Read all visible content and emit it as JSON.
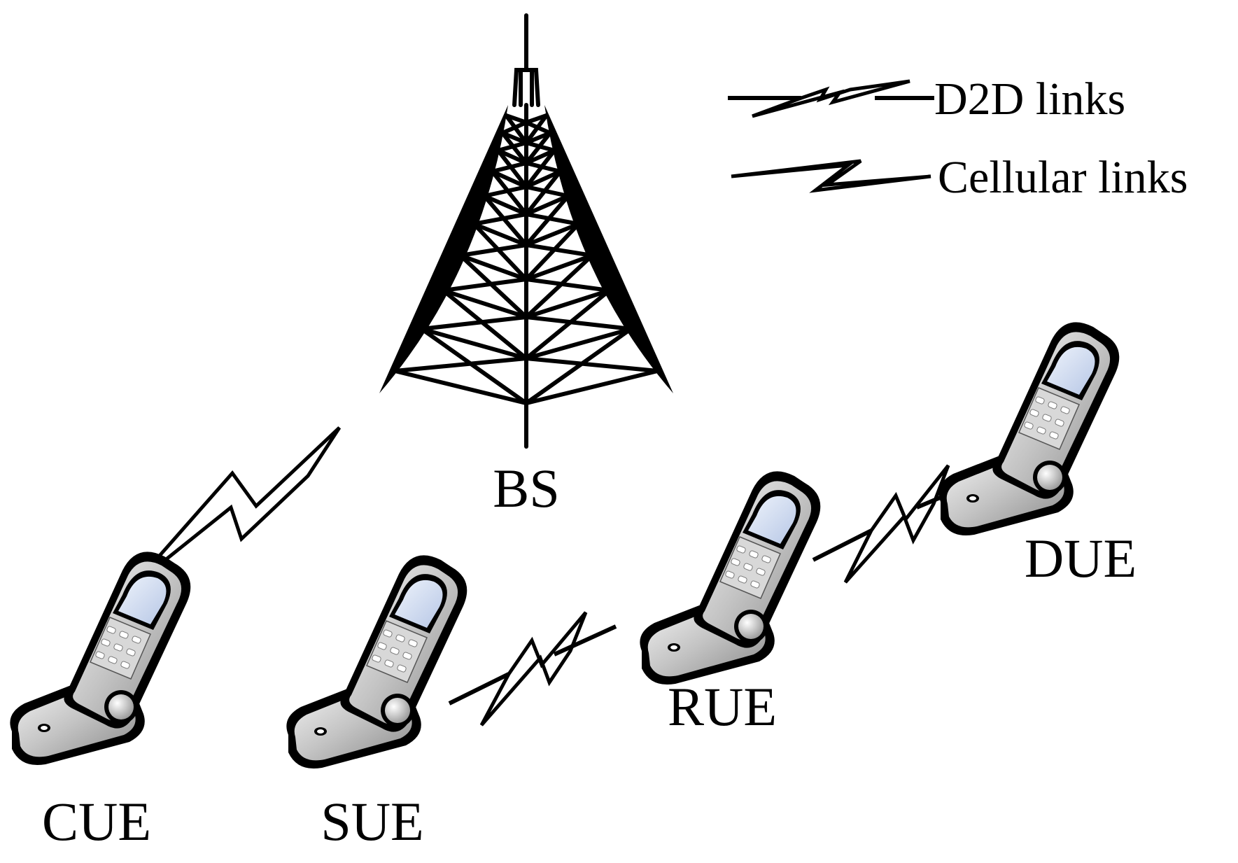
{
  "legend": {
    "d2d": "D2D links",
    "cellular": "Cellular links"
  },
  "nodes": {
    "bs": "BS",
    "cue": "CUE",
    "sue": "SUE",
    "rue": "RUE",
    "due": "DUE"
  },
  "icons": {
    "tower": "base-station-tower-icon",
    "phone": "flip-phone-icon"
  },
  "colors": {
    "line": "#000000",
    "phone_body": "#bdbdbd",
    "phone_screen": "#c9d6ee",
    "background": "#ffffff"
  }
}
